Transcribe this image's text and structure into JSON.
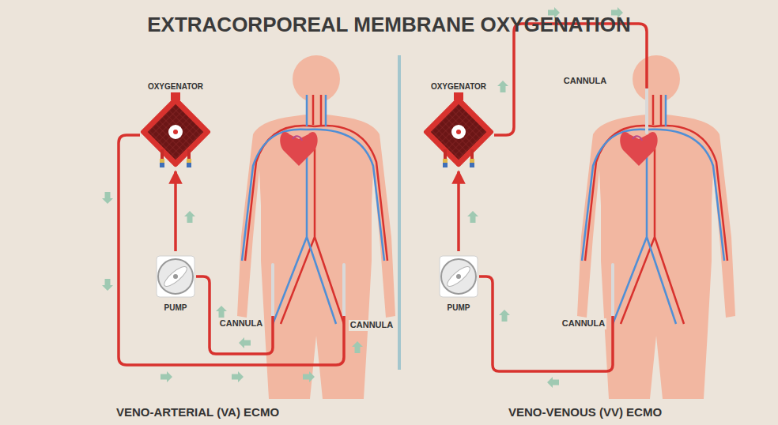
{
  "diagram": {
    "title": "EXTRACORPOREAL MEMBRANE OXYGENATION",
    "nodes": [
      {
        "text": [
          "OXYGENATOR"
        ]
      },
      {
        "text": [
          "PUMP"
        ]
      },
      {
        "text": [
          "OXYGENATOR"
        ]
      },
      {
        "text": [
          "PUMP"
        ]
      }
    ],
    "edges": [
      {
        "from": 1,
        "to": 0,
        "arrow": "to"
      },
      {
        "from": 3,
        "to": 2,
        "arrow": "to"
      }
    ],
    "labels": [
      "CANNULA",
      "CANNULA",
      "VENO-ARTERIAL (VA) ECMO",
      "CANNULA",
      "CANNULA",
      "VENO-VENOUS (VV) ECMO"
    ]
  }
}
